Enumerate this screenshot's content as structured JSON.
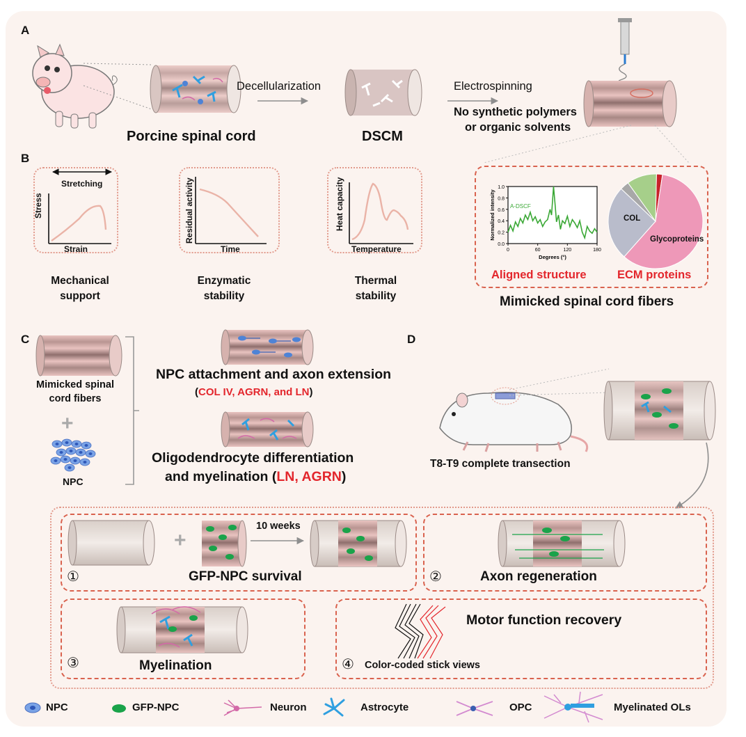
{
  "panels": {
    "a": "A",
    "b": "B",
    "c": "C",
    "d": "D"
  },
  "panel_a": {
    "source_label": "Porcine spinal cord",
    "step1": "Decellularization",
    "product_label": "DSCM",
    "step2": "Electrospinning",
    "step2_note_1": "No synthetic polymers",
    "step2_note_2": "or organic solvents"
  },
  "panel_b": {
    "mechanical": {
      "arrow_label": "Stretching",
      "ylabel": "Stress",
      "xlabel": "Strain",
      "caption_1": "Mechanical",
      "caption_2": "support"
    },
    "enzymatic": {
      "ylabel": "Residual activity",
      "xlabel": "Time",
      "caption_1": "Enzymatic",
      "caption_2": "stability"
    },
    "thermal": {
      "ylabel": "Heat capacity",
      "xlabel": "Temperature",
      "caption_1": "Thermal",
      "caption_2": "stability"
    },
    "aligned_title": "Aligned structure",
    "ecm_title": "ECM proteins",
    "fibers_caption": "Mimicked spinal cord fibers"
  },
  "chart_data": [
    {
      "type": "line",
      "series": [
        {
          "name": "A-DSCF",
          "x": [
            0,
            5,
            10,
            15,
            20,
            25,
            30,
            35,
            40,
            45,
            50,
            55,
            60,
            65,
            70,
            75,
            80,
            85,
            88,
            92,
            95,
            98,
            102,
            106,
            110,
            115,
            120,
            125,
            130,
            135,
            140,
            145,
            150,
            155,
            160,
            165,
            170,
            175,
            180
          ],
          "values": [
            0.2,
            0.32,
            0.22,
            0.38,
            0.3,
            0.44,
            0.36,
            0.5,
            0.42,
            0.55,
            0.4,
            0.47,
            0.36,
            0.42,
            0.3,
            0.38,
            0.42,
            0.6,
            0.5,
            1.0,
            0.7,
            0.38,
            0.5,
            0.25,
            0.4,
            0.35,
            0.48,
            0.3,
            0.42,
            0.36,
            0.28,
            0.4,
            0.2,
            0.1,
            0.3,
            0.22,
            0.18,
            0.26,
            0.2
          ]
        }
      ],
      "xlabel": "Degrees (°)",
      "ylabel": "Normalized intensity",
      "xticks": [
        "0",
        "60",
        "120",
        "180"
      ],
      "yticks": [
        "0.0",
        "0.2",
        "0.4",
        "0.6",
        "0.8",
        "1.0"
      ],
      "xlim": [
        0,
        180
      ],
      "ylim": [
        0,
        1.0
      ]
    },
    {
      "type": "pie",
      "labels": [
        "Glycoproteins",
        "COL",
        "",
        "",
        ""
      ],
      "values": [
        58,
        25,
        3,
        10,
        2
      ],
      "colors": [
        "#ee98b8",
        "#b9bccb",
        "#a8a8a8",
        "#a6cf8a",
        "#c8222a"
      ]
    }
  ],
  "panel_c": {
    "fibers_label_1": "Mimicked spinal",
    "fibers_label_2": "cord fibers",
    "plus": "+",
    "npc_label": "NPC",
    "result1_title": "NPC attachment and axon extension",
    "result1_paren_open": "(",
    "result1_proteins": "COL IV, AGRN, and LN",
    "result1_paren_close": ")",
    "result2_line1": "Oligodendrocyte differentiation",
    "result2_line2_prefix": "and myelination (",
    "result2_proteins": "LN, AGRN",
    "result2_line2_suffix": ")"
  },
  "panel_d": {
    "model_label": "T8-T9 complete transection",
    "box1": {
      "num": "①",
      "time": "10 weeks",
      "title": "GFP-NPC survival",
      "plus": "+"
    },
    "box2": {
      "num": "②",
      "title": "Axon regeneration"
    },
    "box3": {
      "num": "③",
      "title": "Myelination"
    },
    "box4": {
      "num": "④",
      "title": "Motor function recovery",
      "sub": "Color-coded stick views"
    }
  },
  "legend": [
    "NPC",
    "GFP-NPC",
    "Neuron",
    "Astrocyte",
    "OPC",
    "Myelinated OLs"
  ]
}
